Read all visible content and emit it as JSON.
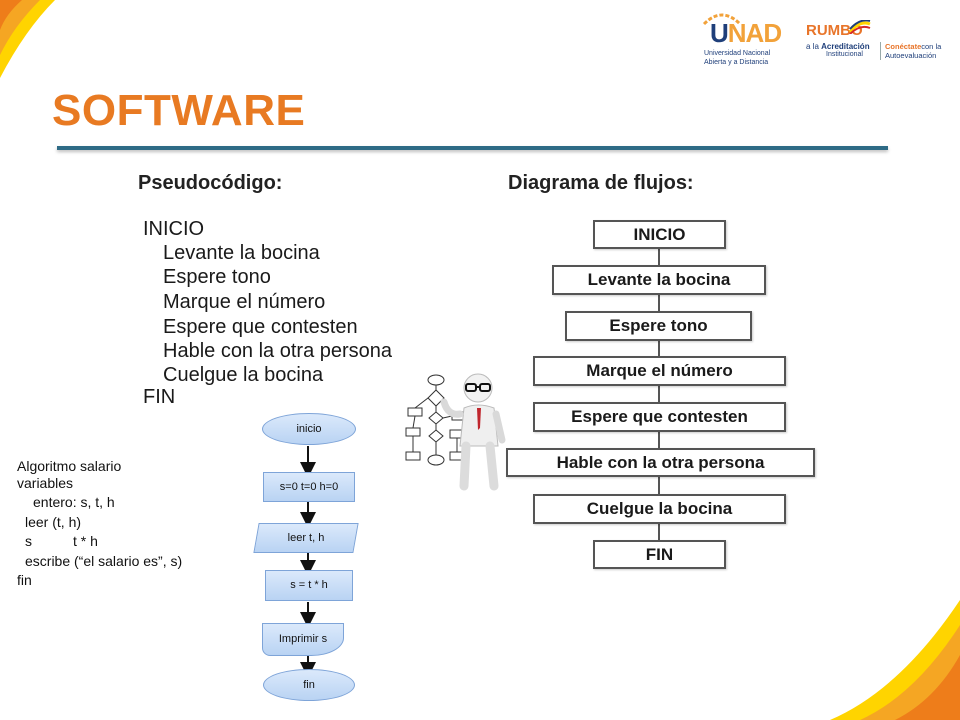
{
  "logos": {
    "unad_u": "U",
    "unad_nad": "NAD",
    "unad_sub1": "Universidad Nacional",
    "unad_sub2": "Abierta y a Distancia",
    "rumbo": "RUMBO",
    "rumbo_line1_pre": "a la ",
    "rumbo_line1_bold": "Acreditación",
    "rumbo_line2": "Institucional",
    "rumbo_right_bold": "Conéctate",
    "rumbo_right_rest": "con la",
    "rumbo_right_line2": "Autoevaluación"
  },
  "title": "SOFTWARE",
  "pseudocode": {
    "heading": "Pseudocódigo:",
    "lines": [
      "INICIO",
      "Levante la bocina",
      "Espere tono",
      "Marque el número",
      "Espere que contesten",
      "Hable con la otra persona",
      "Cuelgue la bocina",
      "FIN"
    ]
  },
  "flowchart": {
    "heading": "Diagrama de flujos:",
    "steps": [
      "INICIO",
      "Levante la bocina",
      "Espere tono",
      "Marque el número",
      "Espere que contesten",
      "Hable con la otra persona",
      "Cuelgue la bocina",
      "FIN"
    ]
  },
  "algorithm": {
    "lines": [
      "Algoritmo salario",
      "variables",
      "entero: s, t, h",
      "leer (t, h)",
      "s",
      "t * h",
      "escribe (“el salario es”, s)",
      "fin"
    ]
  },
  "mini_flow": {
    "steps": [
      "inicio",
      "s=0   t=0  h=0",
      "leer  t, h",
      "s = t * h",
      "Imprimir s",
      "fin"
    ]
  },
  "colors": {
    "title": "#e87a22",
    "rule": "#2e6b86",
    "accent_orange": "#f5a623",
    "accent_yellow": "#ffd400",
    "mini_fill": "#c9dcf5"
  }
}
